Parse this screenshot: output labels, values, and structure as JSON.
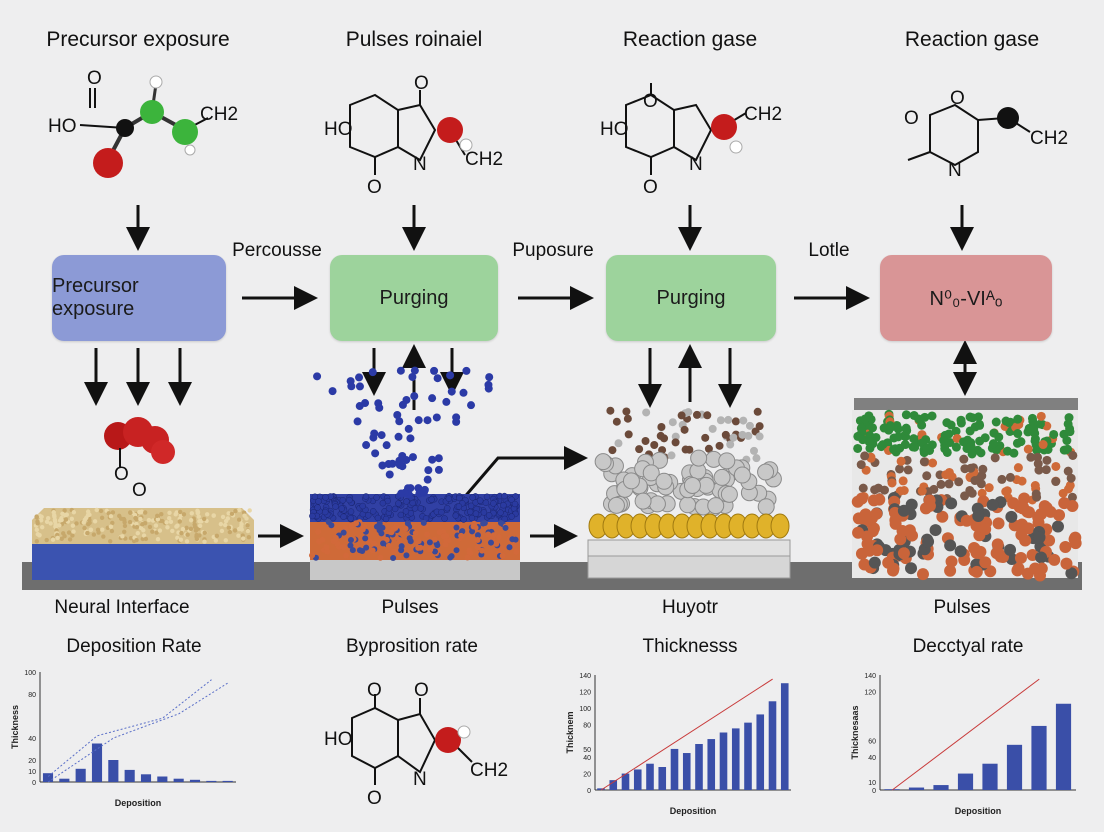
{
  "headers": [
    "Precursor exposure",
    "Pulses roinaiel",
    "Reaction gase",
    "Reaction gase"
  ],
  "molecules": {
    "m1": {
      "ho": "HO",
      "o1": "O",
      "ch2": "CH2"
    },
    "m2": {
      "ho": "HO",
      "o1": "O",
      "o2": "O",
      "n": "N",
      "ch2": "CH2"
    },
    "m3": {
      "ho": "HO",
      "o1": "O",
      "o2": "O",
      "n": "N",
      "ch2": "CH2"
    },
    "m4": {
      "o1": "O",
      "o2": "O",
      "n": "N",
      "ch2": "CH2"
    },
    "bottom": {
      "ho": "HO",
      "o1": "O",
      "o2": "O",
      "o3": "O",
      "n": "N",
      "ch2": "CH2"
    },
    "small": {
      "o1": "O",
      "o2": "O"
    }
  },
  "connectors": [
    "Percousse",
    "Puposure",
    "Lotle"
  ],
  "stages": [
    {
      "label": "Precursor exposure",
      "color": "#8c9ad6"
    },
    {
      "label": "Purging",
      "color": "#9dd39c"
    },
    {
      "label": "Purging",
      "color": "#9dd39c"
    },
    {
      "label": "N⁰₀-VIᴬₒ",
      "color": "#d99596"
    }
  ],
  "layer_labels": [
    "Neural Interface",
    "Pulses",
    "Huyotr",
    "Pulses"
  ],
  "chart_titles": [
    "Deposition Rate",
    "Byprosition rate",
    "Thicknesss",
    "Decctyal rate"
  ],
  "chart_data": [
    {
      "type": "bar",
      "title": "Deposition Rate",
      "ylabel": "Thickness",
      "xlabel": "Deposition",
      "yticks": [
        "0",
        "10",
        "20",
        "40",
        "80",
        "100"
      ],
      "ytick_values": [
        0,
        10,
        20,
        40,
        80,
        100
      ],
      "ylim": [
        0,
        100
      ],
      "values": [
        8,
        3,
        12,
        35,
        20,
        11,
        7,
        5,
        3,
        2,
        1,
        1
      ],
      "line": [
        [
          0,
          5
        ],
        [
          3,
          42
        ],
        [
          7,
          58
        ],
        [
          10,
          93
        ]
      ],
      "line2": [
        [
          0,
          0
        ],
        [
          4,
          40
        ],
        [
          8,
          62
        ],
        [
          11,
          90
        ]
      ]
    },
    {
      "type": "bar",
      "title": "Thicknesss",
      "ylabel": "Thicknem",
      "xlabel": "Deposition",
      "yticks": [
        "0",
        "20",
        "40",
        "50",
        "80",
        "100",
        "120",
        "140"
      ],
      "ytick_values": [
        0,
        20,
        40,
        50,
        80,
        100,
        120,
        140
      ],
      "ylim": [
        0,
        140
      ],
      "values": [
        2,
        12,
        20,
        25,
        32,
        28,
        50,
        45,
        56,
        62,
        70,
        75,
        82,
        92,
        108,
        130
      ],
      "line": [
        [
          0,
          0
        ],
        [
          14,
          135
        ]
      ]
    },
    {
      "type": "bar",
      "title": "Decctyal rate",
      "ylabel": "Thicknesaas",
      "xlabel": "Deposition",
      "yticks": [
        "0",
        "10",
        "40",
        "60",
        "120",
        "140"
      ],
      "ytick_values": [
        0,
        10,
        40,
        60,
        120,
        140
      ],
      "ylim": [
        0,
        140
      ],
      "values": [
        1,
        3,
        6,
        20,
        32,
        55,
        78,
        105
      ],
      "line": [
        [
          0,
          0
        ],
        [
          6,
          135
        ]
      ]
    }
  ],
  "colors": {
    "stage_blue": "#8c9ad6",
    "stage_green": "#9dd39c",
    "stage_red": "#d99596",
    "bar": "#3a4fa8",
    "line": "#c83a3a",
    "platform": "#6e6e6e"
  }
}
